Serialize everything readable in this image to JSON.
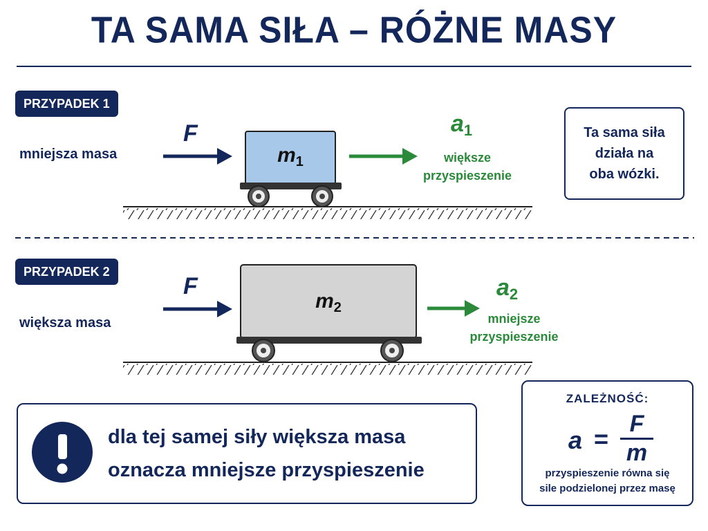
{
  "title": "TA SAMA SIŁA – RÓŻNE MASY",
  "case1": {
    "tag": "PRZYPADEK 1",
    "label": "mniejsza masa",
    "force": "F",
    "mass_symbol": "m",
    "mass_index": "1",
    "acc_symbol": "a",
    "acc_index": "1",
    "acc_desc_line1": "większe",
    "acc_desc_line2": "przyspieszenie"
  },
  "case2": {
    "tag": "PRZYPADEK 2",
    "label": "większa masa",
    "force": "F",
    "mass_symbol": "m",
    "mass_index": "2",
    "acc_symbol": "a",
    "acc_index": "2",
    "acc_desc_line1": "mniejsze",
    "acc_desc_line2": "przyspieszenie"
  },
  "info": {
    "line1": "Ta sama siła",
    "line2": "działa na",
    "line3": "oba wózki."
  },
  "note": {
    "icon": "exclamation-icon",
    "line1": "dla tej samej siły większa masa",
    "line2": "oznacza mniejsze przyspieszenie"
  },
  "formula": {
    "heading": "ZALEŻNOŚĆ:",
    "lhs": "a",
    "eq": "=",
    "numerator": "F",
    "denominator": "m",
    "desc_line1": "przyspieszenie równa się",
    "desc_line2": "sile podzielonej przez masę"
  },
  "colors": {
    "navy": "#13275a",
    "green": "#2a8a3a",
    "cart_small": "#a8c8ea",
    "cart_large": "#d4d4d4"
  }
}
